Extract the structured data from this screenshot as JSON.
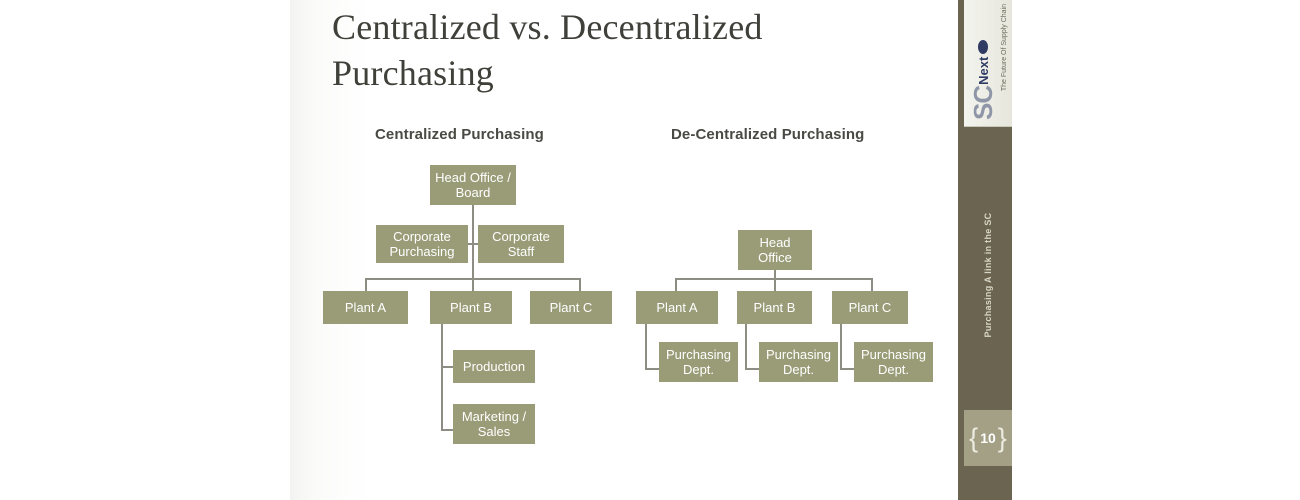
{
  "slide": {
    "title": "Centralized vs. Decentralized Purchasing",
    "columns": {
      "left_header": "Centralized Purchasing",
      "right_header": "De-Centralized Purchasing"
    },
    "centralized": {
      "head_office": "Head Office / Board",
      "corporate_purchasing": "Corporate Purchasing",
      "corporate_staff": "Corporate Staff",
      "plant_a": "Plant A",
      "plant_b": "Plant B",
      "plant_c": "Plant C",
      "production": "Production",
      "marketing_sales": "Marketing / Sales"
    },
    "decentralized": {
      "head_office": "Head Office",
      "plant_a": "Plant A",
      "plant_b": "Plant B",
      "plant_c": "Plant C",
      "purchasing_dept_a": "Purchasing Dept.",
      "purchasing_dept_b": "Purchasing Dept.",
      "purchasing_dept_c": "Purchasing Dept."
    }
  },
  "sidebar": {
    "logo_sc": "SC",
    "logo_next": "Next",
    "logo_tagline": "The Future Of Supply Chain",
    "vertical_text": "Purchasing A link in the SC",
    "page_number": "10",
    "brace_left": "{",
    "brace_right": "}"
  },
  "colors": {
    "node_fill": "#9a9b77",
    "node_text": "#ffffff",
    "connector": "#8d8d83",
    "sidebar_bg": "#6b6450",
    "badge_bg": "#a3a086",
    "title_text": "#40403a",
    "header_text": "#4a4a44"
  }
}
